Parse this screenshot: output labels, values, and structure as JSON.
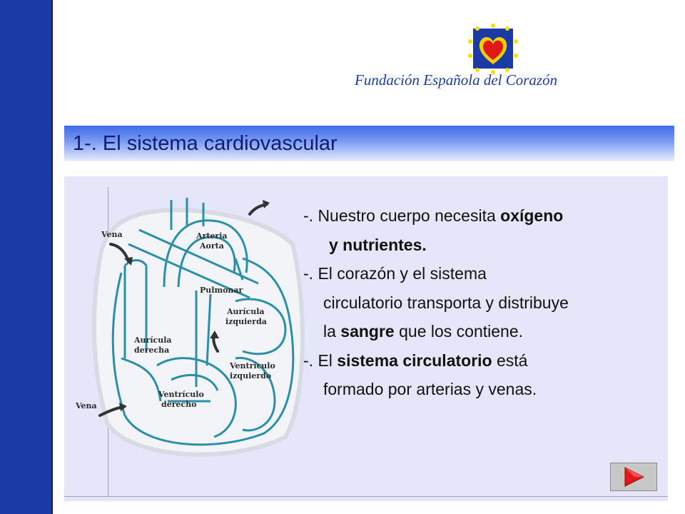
{
  "header": {
    "organization": "Fundación Española del Corazón",
    "logo_icon": "heart-sun-logo-icon"
  },
  "slide": {
    "title": "1-. El sistema cardiovascular"
  },
  "diagram": {
    "labels": {
      "vena_top": "Vena",
      "arteria": "Arteria",
      "aorta": "Aorta",
      "pulmonar": "Pulmonar",
      "auricula_izq_1": "Aurícula",
      "auricula_izq_2": "izquierda",
      "auricula_der_1": "Aurícula",
      "auricula_der_2": "derecha",
      "ventriculo_izq_1": "Ventrículo",
      "ventriculo_izq_2": "izquierdo",
      "ventriculo_der_1": "Ventrículo",
      "ventriculo_der_2": "derecho",
      "vena_bottom": "Vena"
    }
  },
  "body": {
    "p1_pre": "-. Nuestro cuerpo necesita ",
    "p1_bold": "oxígeno",
    "p1_line2": "y nutrientes.",
    "p2_line1": "-. El corazón y el sistema",
    "p2_line2": "circulatorio transporta y distribuye",
    "p2_line3_pre": "la ",
    "p2_line3_bold": "sangre",
    "p2_line3_post": " que  los contiene.",
    "p3_pre": "-. El ",
    "p3_bold": "sistema circulatorio",
    "p3_post": " está",
    "p3_line2": "formado por arterias y venas."
  },
  "navigation": {
    "next_icon": "play-next-icon"
  },
  "colors": {
    "sidebar": "#1c3aa6",
    "title_text": "#0d1d70",
    "panel": "#e6e6fa",
    "heart_outline": "#2a8fa8",
    "next_red": "#e01818"
  }
}
